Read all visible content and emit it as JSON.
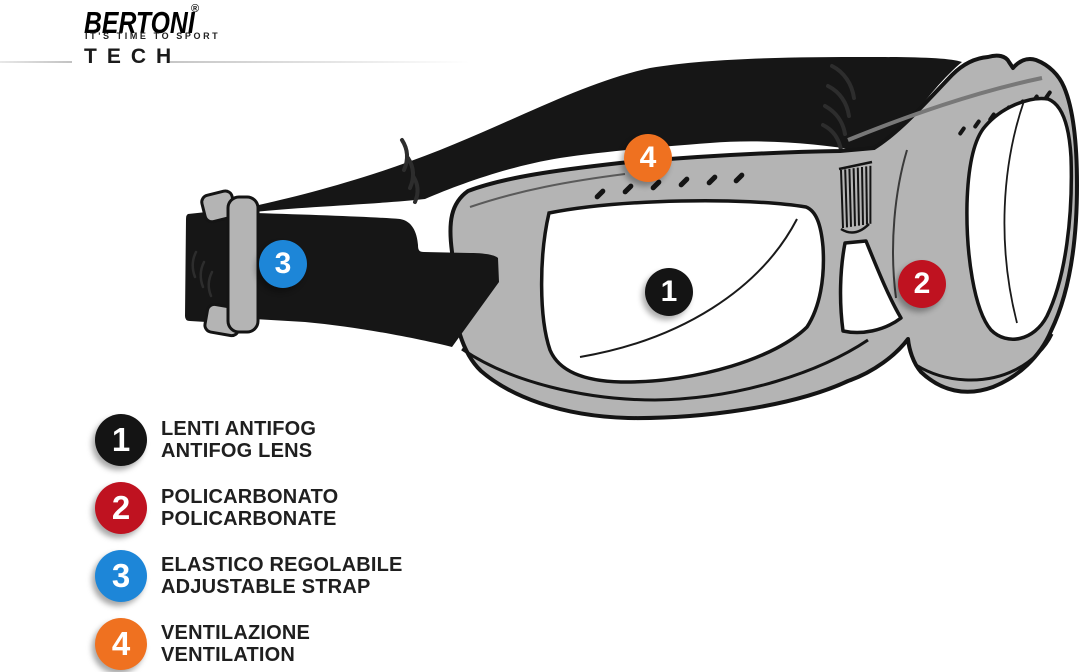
{
  "brand": {
    "name": "BERTONI",
    "registered_mark": "®",
    "tagline": "IT'S TIME TO SPORT",
    "collection": "TECH"
  },
  "colors": {
    "frame_gray": "#b4b4b4",
    "strap_black": "#161616",
    "outline": "#141414",
    "lens_white": "#ffffff"
  },
  "callouts": [
    {
      "number": "1",
      "color": "#141414"
    },
    {
      "number": "2",
      "color": "#bf1220"
    },
    {
      "number": "3",
      "color": "#1d86d8"
    },
    {
      "number": "4",
      "color": "#ef7120"
    }
  ],
  "legend": {
    "items": [
      {
        "number": "1",
        "color": "#141414",
        "line1": "LENTI ANTIFOG",
        "line2": "ANTIFOG LENS"
      },
      {
        "number": "2",
        "color": "#bf1220",
        "line1": "POLICARBONATO",
        "line2": "POLICARBONATE"
      },
      {
        "number": "3",
        "color": "#1d86d8",
        "line1": "ELASTICO REGOLABILE",
        "line2": "ADJUSTABLE STRAP"
      },
      {
        "number": "4",
        "color": "#ef7120",
        "line1": "VENTILAZIONE",
        "line2": "VENTILATION"
      }
    ]
  }
}
